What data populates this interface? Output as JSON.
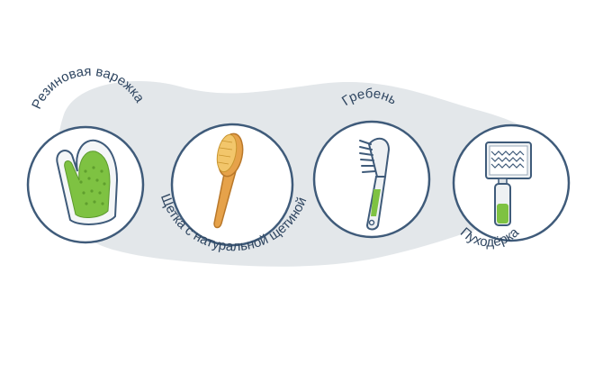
{
  "colors": {
    "ring": "#3f5b7a",
    "ring_fill": "#ffffff",
    "backdrop": "#e3e7ea",
    "label": "#2f4661",
    "green": "#7ec242",
    "wood": "#e6a24a",
    "bristle": "#f2c66b"
  },
  "items": [
    {
      "label": "Резиновая варежка",
      "icon": "rubber-mitt-icon"
    },
    {
      "label": "Щетка с натуральной щетиной",
      "icon": "natural-bristle-brush-icon"
    },
    {
      "label": "Гребень",
      "icon": "comb-icon"
    },
    {
      "label": "Пуходёрка",
      "icon": "slicker-brush-icon"
    }
  ]
}
